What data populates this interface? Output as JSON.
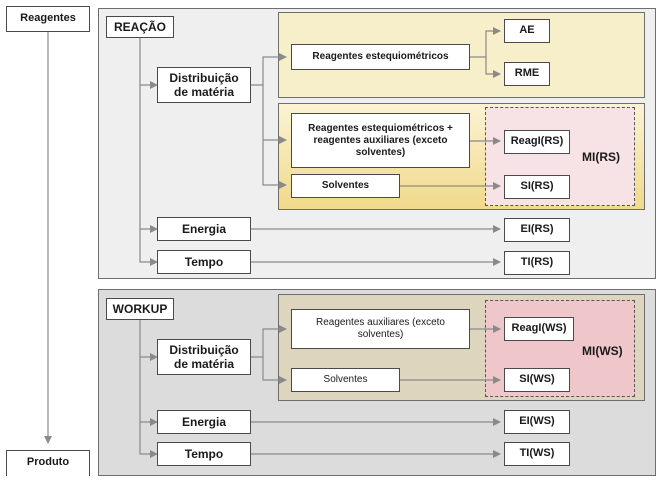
{
  "left": {
    "reagentes": "Reagentes",
    "produto": "Produto"
  },
  "reacao": {
    "title": "REAÇÃO",
    "distribuicao": "Distribuição de matéria",
    "reag_esteq": "Reagentes estequiométricos",
    "ae": "AE",
    "rme": "RME",
    "reag_esteq_aux": "Reagentes estequiométricos + reagentes auxiliares (exceto solventes)",
    "reagi": "ReagI(RS)",
    "solventes": "Solventes",
    "si": "SI(RS)",
    "mi": "MI(RS)",
    "energia": "Energia",
    "ei": "EI(RS)",
    "tempo": "Tempo",
    "ti": "TI(RS)"
  },
  "workup": {
    "title": "WORKUP",
    "distribuicao": "Distribuição de matéria",
    "reag_aux": "Reagentes auxiliares (exceto solventes)",
    "reagi": "ReagI(WS)",
    "solventes": "Solventes",
    "si": "SI(WS)",
    "mi": "MI(WS)",
    "energia": "Energia",
    "ei": "EI(WS)",
    "tempo": "Tempo",
    "ti": "TI(WS)"
  },
  "colors": {
    "reacao_panel": "#efefef",
    "workup_panel": "#dcdcdc",
    "yellow_top": "#f7efc9",
    "yellow_bottom": "#f2dc8a",
    "pink_light": "#f7e3e6",
    "khaki": "#ddd5bd",
    "pink_strong": "#efc7cb",
    "line": "#7a7a7a"
  }
}
